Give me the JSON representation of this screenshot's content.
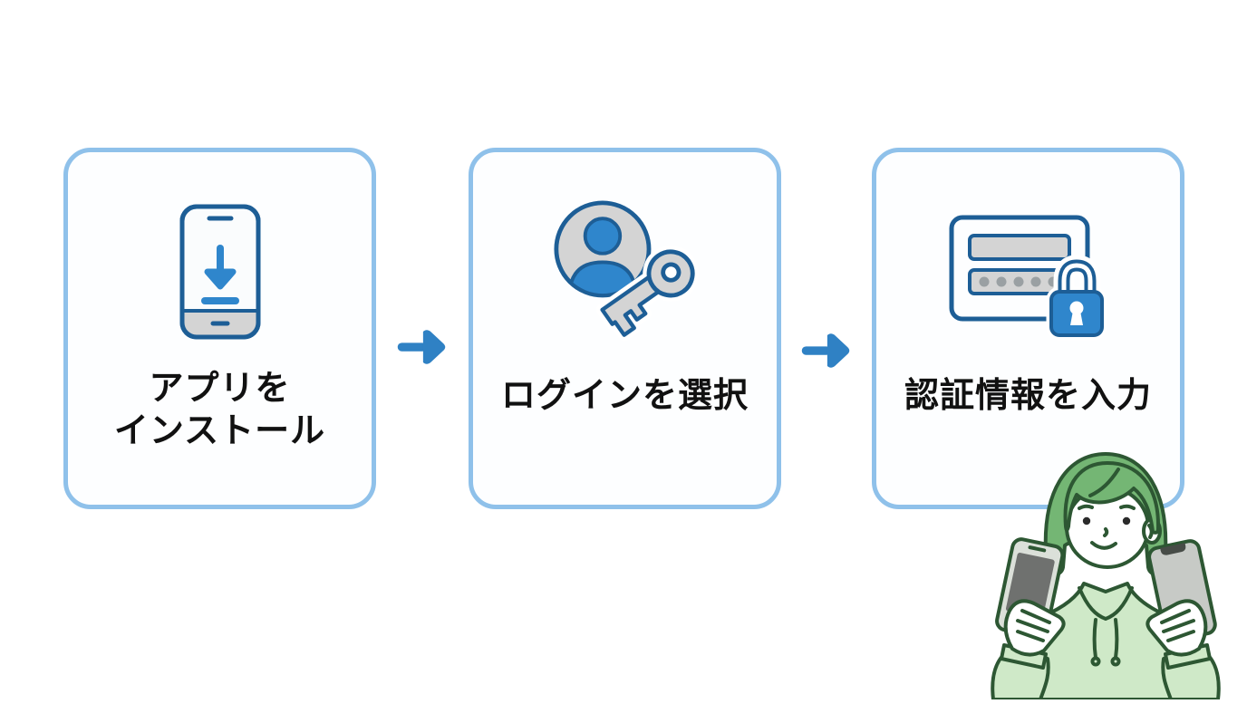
{
  "page": {
    "background": "#ffffff",
    "kind": "login-steps-flow-diagram"
  },
  "colors": {
    "card_border": "#8fc1ea",
    "arrow_blue": "#2f81c4",
    "icon_outline": "#1d5e96",
    "icon_blue": "#2f86cc",
    "icon_gray": "#d4d4d4",
    "text": "#111111",
    "hair_green": "#74b674",
    "hoodie_green": "#cfe9c8",
    "outline_green": "#2d5733"
  },
  "steps": [
    {
      "id": "install-app",
      "icon": "phone-download-icon",
      "label_lines": [
        "アプリを",
        "インストール"
      ]
    },
    {
      "id": "select-login",
      "icon": "user-key-icon",
      "label_lines": [
        "ログインを選択"
      ]
    },
    {
      "id": "enter-credentials",
      "icon": "password-lock-icon",
      "label_lines": [
        "認証情報を入力"
      ]
    }
  ],
  "connectors": [
    {
      "icon": "arrow-right-icon"
    },
    {
      "icon": "arrow-right-icon"
    }
  ],
  "illustration": {
    "name": "woman-holding-two-phones"
  }
}
